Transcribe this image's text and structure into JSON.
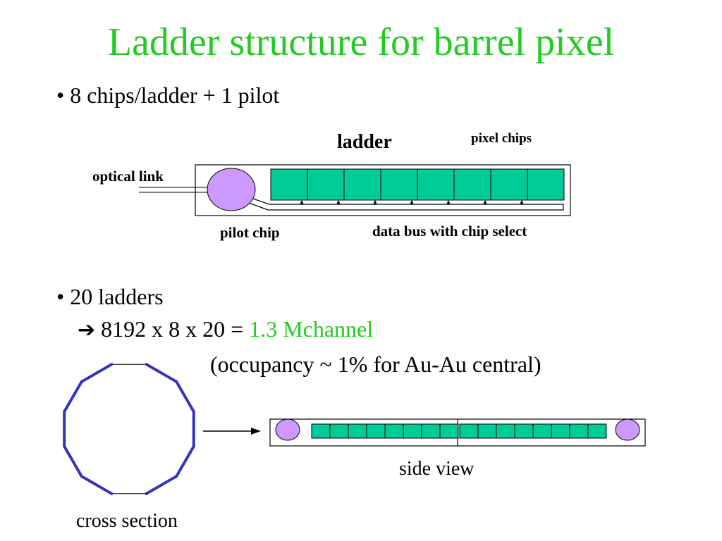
{
  "colors": {
    "title": "#22cc22",
    "highlight": "#22cc22",
    "chip": "#00cc99",
    "pilot": "#cc99ff",
    "polygon": "#3333bb"
  },
  "title": "Ladder structure for barrel pixel",
  "bullet1": {
    "marker": "•",
    "text": "8 chips/ladder + 1 pilot"
  },
  "ladder_diagram": {
    "ladder_label": "ladder",
    "pixel_chips_label": "pixel chips",
    "optical_link_label": "optical link",
    "pilot_chip_label": "pilot chip",
    "data_bus_label": "data bus with chip select",
    "chip_count": 8,
    "select_arrow_count": 7
  },
  "bullet2": {
    "marker": "•",
    "text": "20 ladders",
    "arrow_glyph": "➔",
    "formula": "8192 x 8 x 20 = ",
    "result": "1.3 Mchannel",
    "note": "(occupancy ~ 1% for Au-Au central)"
  },
  "cross_section": {
    "label": "cross section",
    "ladder_count": 12
  },
  "side_view": {
    "label": "side view",
    "chips_per_side": 8
  }
}
